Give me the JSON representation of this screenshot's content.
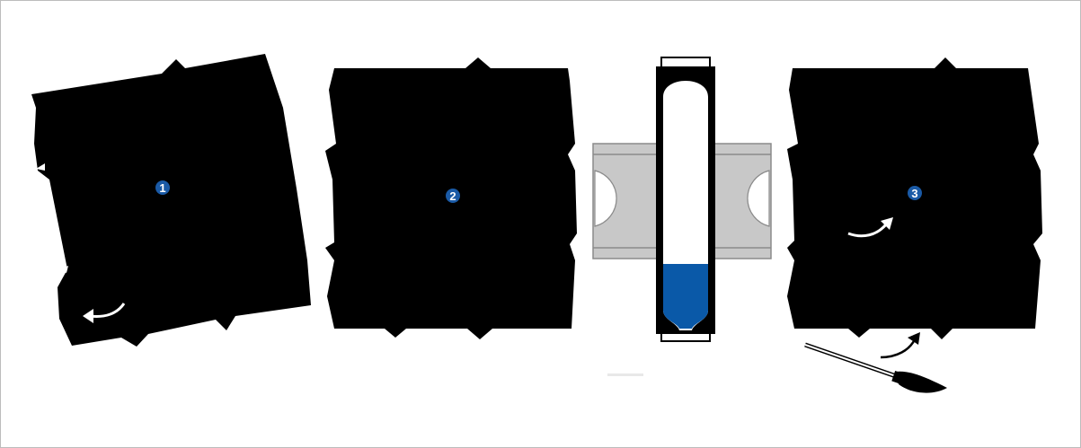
{
  "steps": [
    {
      "number": "1"
    },
    {
      "number": "2"
    },
    {
      "number": "3"
    }
  ],
  "colors": {
    "housing": "#000000",
    "badge": "#1a5aa6",
    "rail": "#c8c8c8",
    "rail_edge": "#8a8a8a",
    "liquid": "#0a59a8",
    "frame_border": "#bcbcbc"
  },
  "icons": {
    "step1_arrow": "curved-arrow-left-icon",
    "step3_arrow_upper": "curved-arrow-right-icon",
    "step3_arrow_lower": "curved-arrow-up-icon",
    "tool": "screwdriver-icon"
  }
}
